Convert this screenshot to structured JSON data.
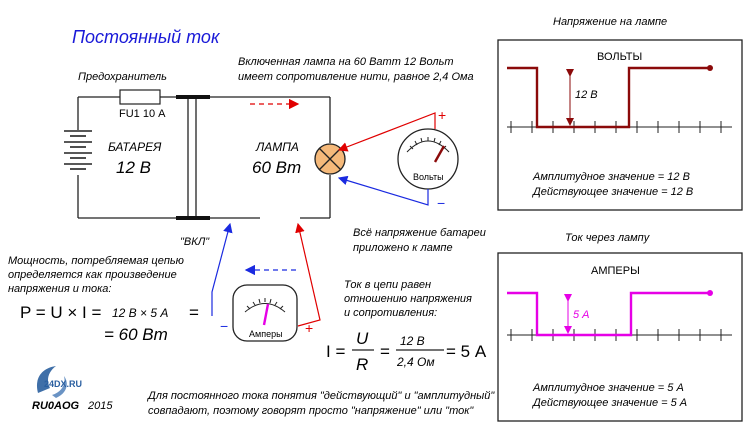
{
  "title": "Постоянный ток",
  "fuse": {
    "label": "Предохранитель",
    "name": "FU1  10 А"
  },
  "battery": {
    "label": "БАТАРЕЯ",
    "voltage": "12 В"
  },
  "lamp": {
    "label": "ЛАМПА",
    "power": "60 Вт"
  },
  "lamp_note": {
    "line1": "Включенная лампа на 60 Ватт 12 Вольт",
    "line2": "имеет сопротивление нити, равное 2,4 Ома"
  },
  "switch_label": "\"ВКЛ\"",
  "voltmeter": {
    "label": "Вольты",
    "plus": "+",
    "minus": "−"
  },
  "ammeter": {
    "label": "Амперы",
    "plus": "+",
    "minus": "−"
  },
  "battery_note": {
    "line1": "Всё напряжение батареи",
    "line2": "приложено к лампе"
  },
  "power_note": {
    "line1": "Мощность, потребляемая цепью",
    "line2": "определяется как произведение",
    "line3": "напряжения и тока:"
  },
  "power_formula": {
    "left": "P = U × I =",
    "values": "12 В × 5 А",
    "eq": "=",
    "result": "= 60 Вт"
  },
  "ohm_note": {
    "line1": "Ток в цепи равен",
    "line2": "отношению напряжения",
    "line3": "и сопротивления:"
  },
  "ohm_formula": {
    "i": "I =",
    "num": "U",
    "den": "R",
    "eq1": "=",
    "num2": "12 В",
    "den2": "2,4 Ом",
    "result": "= 5 А"
  },
  "logo": {
    "site": "24DX.RU",
    "author": "RU0AOG",
    "year": "2015"
  },
  "bottom_note": {
    "line1": "Для постоянного тока понятия \"действующий\" и \"амплитудный\"",
    "line2": "совпадают, поэтому говорят  просто \"напряжение\" или \"ток\""
  },
  "voltage_panel": {
    "caption": "Напряжение на лампе",
    "label": "ВОЛЬТЫ",
    "marker": "12 В",
    "amplitude": "Амплитудное значение = 12 В",
    "effective": "Действующее значение = 12 В",
    "color": "#8b0a0a"
  },
  "current_panel": {
    "caption": "Ток через лампу",
    "label": "АМПЕРЫ",
    "marker": "5 А",
    "amplitude": "Амплитудное значение = 5 А",
    "effective": "Действующее значение = 5 А",
    "color": "#e600e6"
  },
  "colors": {
    "title": "#1a1ad8",
    "red": "#e00000",
    "blue": "#1a2ae0",
    "wire": "#222222",
    "lamp": "#f5b97a"
  }
}
